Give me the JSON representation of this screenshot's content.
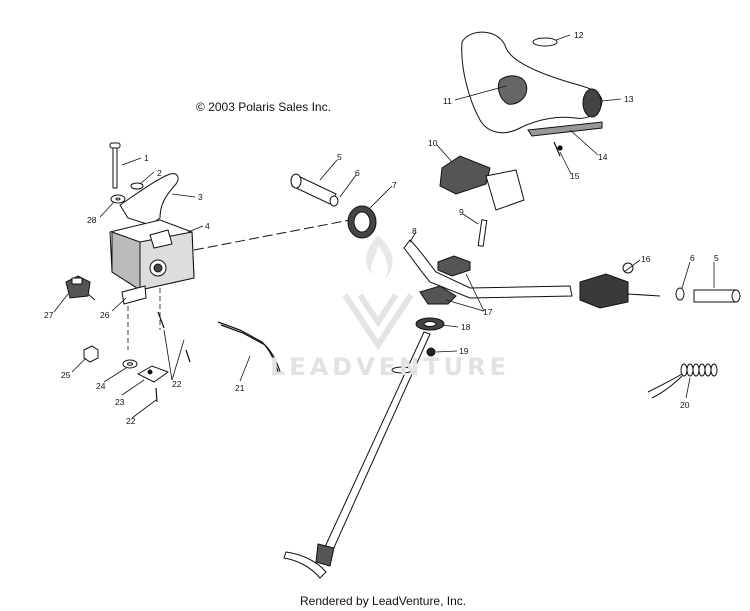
{
  "copyright": "© 2003 Polaris Sales Inc.",
  "footer": "Rendered by LeadVenture, Inc.",
  "watermark": "LEADVENTURE",
  "colors": {
    "line": "#111111",
    "watermark": "#e2e2e2",
    "dark_part": "#3a3a3a"
  },
  "labels": {
    "n1": "1",
    "n2": "2",
    "n3": "3",
    "n4": "4",
    "n5a": "5",
    "n5b": "5",
    "n6a": "6",
    "n6b": "6",
    "n7": "7",
    "n8": "8",
    "n9": "9",
    "n10": "10",
    "n11": "11",
    "n12": "12",
    "n13": "13",
    "n14": "14",
    "n15": "15",
    "n16": "16",
    "n17": "17",
    "n18": "18",
    "n19": "19",
    "n20": "20",
    "n21": "21",
    "n22a": "22",
    "n22b": "22",
    "n23": "23",
    "n24": "24",
    "n25": "25",
    "n26": "26",
    "n27": "27",
    "n28": "28"
  }
}
